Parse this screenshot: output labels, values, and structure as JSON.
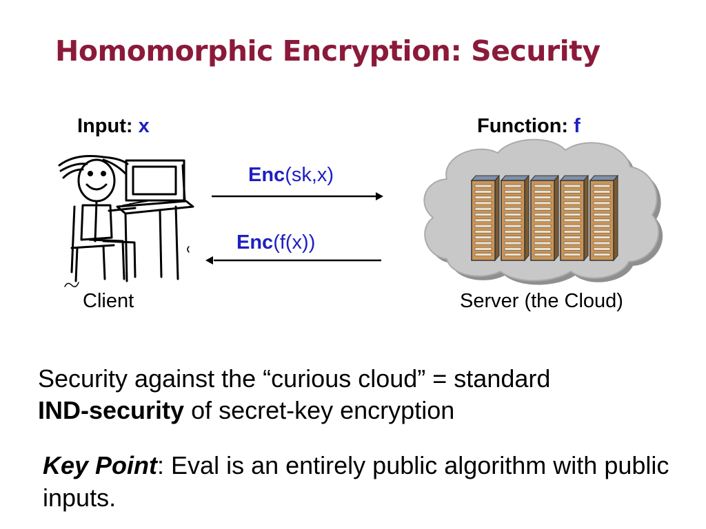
{
  "slide": {
    "title": "Homomorphic Encryption: Security"
  },
  "labels": {
    "input_prefix": "Input: ",
    "input_var": "x",
    "function_prefix": "Function: ",
    "function_var": "f",
    "enc_sk_bold": "Enc",
    "enc_sk_rest": "(sk,x)",
    "enc_fx_bold": "Enc",
    "enc_fx_rest": "(f(x))",
    "client": "Client",
    "server": "Server (the Cloud)"
  },
  "body": {
    "security_line1": "Security against the “curious cloud” = standard",
    "security_bold": "IND-security",
    "security_rest": " of secret-key encryption",
    "keypoint_bold": "Key Point",
    "keypoint_rest": ": Eval is an entirely public algorithm with public inputs."
  },
  "colors": {
    "title": "#8b1a3a",
    "accent_blue": "#1f1fbf",
    "cloud_fill": "#c8c8c8",
    "server_rack": "#c9955a"
  }
}
